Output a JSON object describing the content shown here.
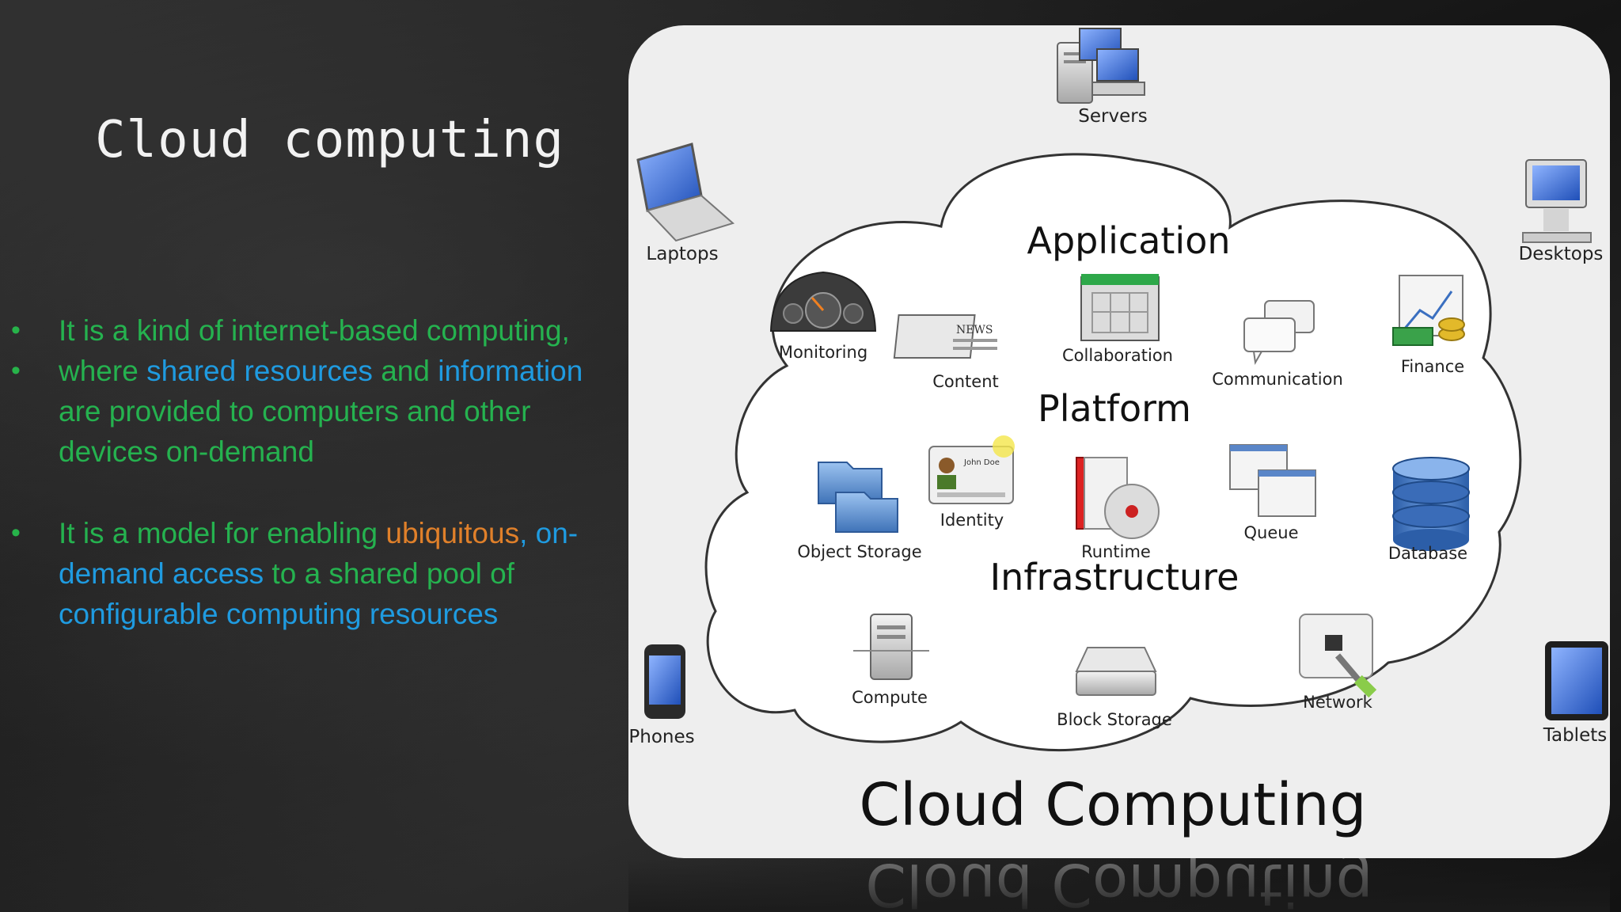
{
  "slide": {
    "title": "Cloud computing",
    "bullets": [
      {
        "lines": [
          [
            {
              "text": "It  is a kind of internet-based computing,",
              "color": "green"
            }
          ],
          [
            {
              "text": "where ",
              "color": "green"
            },
            {
              "text": "shared resources",
              "color": "blue"
            },
            {
              "text": " and ",
              "color": "green"
            },
            {
              "text": "information",
              "color": "blue"
            }
          ]
        ],
        "continuation": [
          [
            {
              "text": "are provided to computers and other",
              "color": "green"
            }
          ],
          [
            {
              "text": "devices on-demand",
              "color": "green"
            }
          ]
        ]
      },
      {
        "lines": [
          [
            {
              "text": "It is a model for enabling ",
              "color": "green"
            },
            {
              "text": "ubiquitous",
              "color": "orange"
            },
            {
              "text": ", ",
              "color": "blue"
            },
            {
              "text": "on-",
              "color": "blue"
            }
          ],
          [
            {
              "text": "demand access",
              "color": "blue"
            },
            {
              "text": " to a shared pool of",
              "color": "green"
            }
          ],
          [
            {
              "text": "configurable computing resources",
              "color": "blue"
            }
          ]
        ]
      }
    ],
    "bullet_char": "•"
  },
  "diagram": {
    "title": "Cloud Computing",
    "layers": {
      "application": "Application",
      "platform": "Platform",
      "infrastructure": "Infrastructure"
    },
    "devices": {
      "servers": "Servers",
      "laptops": "Laptops",
      "desktops": "Desktops",
      "phones": "Phones",
      "tablets": "Tablets"
    },
    "application_items": {
      "monitoring": "Monitoring",
      "content": "Content",
      "collaboration": "Collaboration",
      "communication": "Communication",
      "finance": "Finance"
    },
    "platform_items": {
      "object_storage": "Object Storage",
      "identity": "Identity",
      "runtime": "Runtime",
      "queue": "Queue",
      "database": "Database"
    },
    "infrastructure_items": {
      "compute": "Compute",
      "block_storage": "Block Storage",
      "network": "Network"
    },
    "icon_text": {
      "news": "NEWS",
      "id_name": "John Doe"
    }
  },
  "colors": {
    "green": "#25b24f",
    "blue": "#1f9be0",
    "orange": "#e0802a"
  }
}
